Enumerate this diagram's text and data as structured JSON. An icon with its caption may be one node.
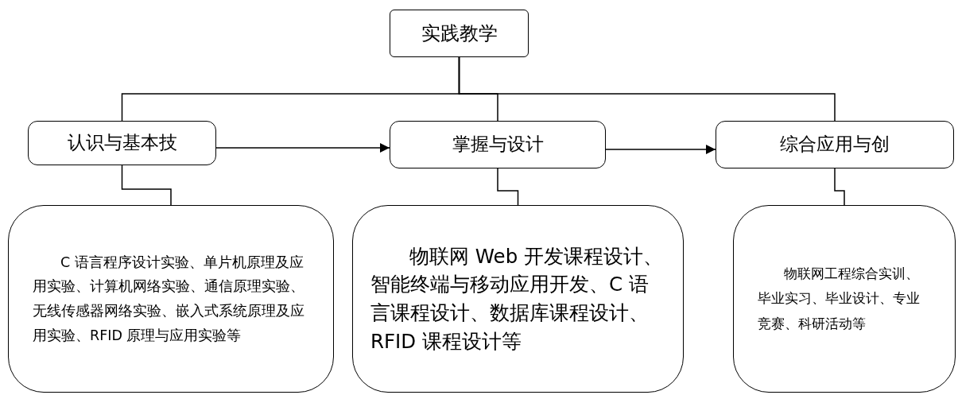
{
  "diagram": {
    "nodes": [
      {
        "text": [
          "实践教学"
        ]
      },
      {
        "text": [
          "认识与基本技"
        ]
      },
      {
        "text": [
          "掌握与设计"
        ]
      },
      {
        "text": [
          "综合应用与创"
        ]
      },
      {
        "text": [
          "C 语言程序设计实验、单片机原理及应用实验、计算机网络实验、通信原理实验、无线传感器网络实验、嵌入式系统原理及应用实验、RFID 原理与应用实验等"
        ]
      },
      {
        "text": [
          "物联网 Web 开发课程设计、智能终端与移动应用开发、C 语言课程设计、数据库课程设计、RFID 课程设计等"
        ]
      },
      {
        "text": [
          "物联网工程综合实训、毕业实习、毕业设计、专业竞赛、科研活动等"
        ]
      }
    ],
    "edges": [
      {
        "from": 0,
        "to": 1,
        "arrow": "none"
      },
      {
        "from": 0,
        "to": 2,
        "arrow": "none"
      },
      {
        "from": 0,
        "to": 3,
        "arrow": "none"
      },
      {
        "from": 1,
        "to": 2,
        "arrow": "to"
      },
      {
        "from": 2,
        "to": 3,
        "arrow": "to"
      },
      {
        "from": 1,
        "to": 4,
        "arrow": "none"
      },
      {
        "from": 2,
        "to": 5,
        "arrow": "none"
      },
      {
        "from": 3,
        "to": 6,
        "arrow": "none"
      }
    ]
  }
}
